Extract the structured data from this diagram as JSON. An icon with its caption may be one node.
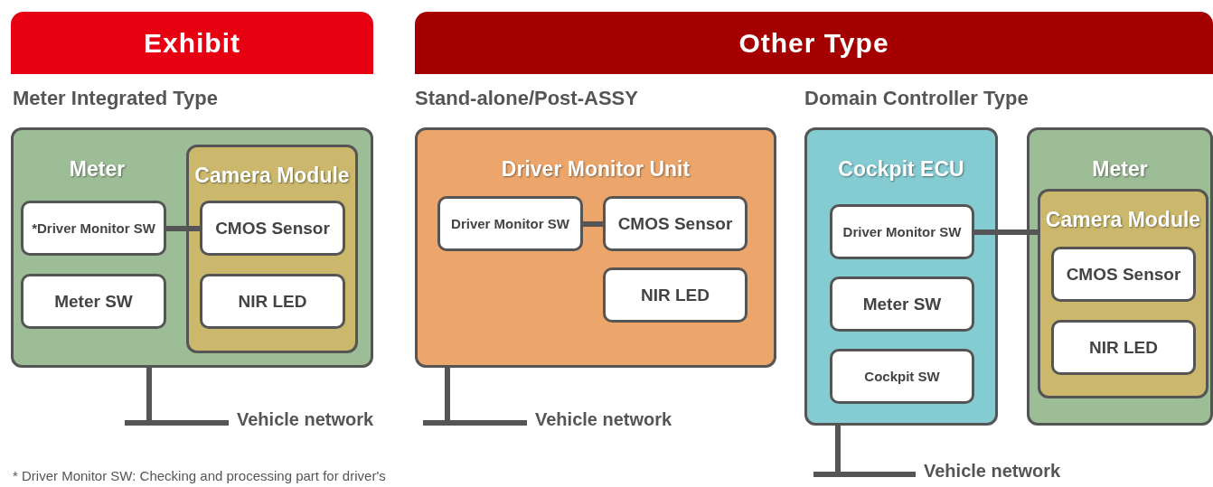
{
  "diagram": {
    "nodes": [
      {
        "text": [
          "Exhibit"
        ]
      },
      {
        "text": [
          "Other Type"
        ]
      },
      {
        "text": [
          "Meter"
        ]
      },
      {
        "text": [
          "*Driver Monitor SW"
        ],
        "in": 2
      },
      {
        "text": [
          "Meter SW"
        ],
        "in": 2
      },
      {
        "text": [
          "Camera Module"
        ],
        "in": 2
      },
      {
        "text": [
          "CMOS Sensor"
        ],
        "in": 5
      },
      {
        "text": [
          "NIR LED"
        ],
        "in": 5
      },
      {
        "text": [],
        "shape": "bar",
        "beside": [
          "Vehicle network"
        ]
      },
      {
        "text": [
          "Driver Monitor Unit"
        ]
      },
      {
        "text": [
          "Driver Monitor SW"
        ],
        "in": 9
      },
      {
        "text": [
          "CMOS Sensor"
        ],
        "in": 9
      },
      {
        "text": [
          "NIR LED"
        ],
        "in": 9
      },
      {
        "text": [],
        "shape": "bar",
        "beside": [
          "Vehicle network"
        ]
      },
      {
        "text": [
          "Cockpit ECU"
        ]
      },
      {
        "text": [
          "Driver Monitor SW"
        ],
        "in": 14
      },
      {
        "text": [
          "Meter SW"
        ],
        "in": 14
      },
      {
        "text": [
          "Cockpit SW"
        ],
        "in": 14
      },
      {
        "text": [],
        "shape": "bar",
        "beside": [
          "Vehicle network"
        ]
      },
      {
        "text": [
          "Meter"
        ]
      },
      {
        "text": [
          "Camera Module"
        ],
        "in": 19
      },
      {
        "text": [
          "CMOS Sensor"
        ],
        "in": 20
      },
      {
        "text": [
          "NIR LED"
        ],
        "in": 20
      }
    ],
    "edges": [
      {
        "from": 3,
        "to": 6,
        "arrow": "none"
      },
      {
        "from": 2,
        "to": 8,
        "arrow": "none"
      },
      {
        "from": 10,
        "to": 11,
        "arrow": "none"
      },
      {
        "from": 9,
        "to": 13,
        "arrow": "none"
      },
      {
        "from": 15,
        "to": 20,
        "arrow": "none"
      },
      {
        "from": 14,
        "to": 18,
        "arrow": "none"
      }
    ],
    "labels": [
      "Meter Integrated Type",
      "Stand-alone/Post-ASSY",
      "Domain Controller Type",
      "* Driver Monitor SW: Checking and processing part for driver's"
    ]
  }
}
